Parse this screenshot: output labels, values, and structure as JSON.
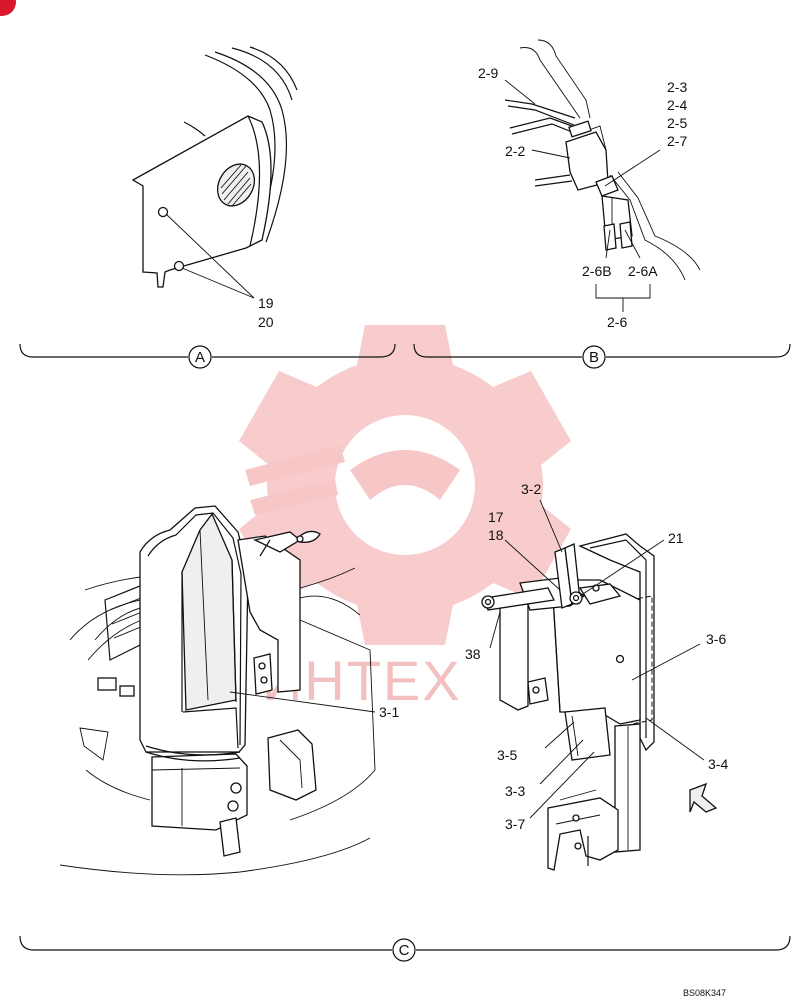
{
  "panels": {
    "a": {
      "letter": "A",
      "labels": [
        "19",
        "20"
      ]
    },
    "b": {
      "letter": "B",
      "labels": [
        "2-9",
        "2-3",
        "2-4",
        "2-5",
        "2-7",
        "2-2",
        "2-6B",
        "2-6A",
        "2-6"
      ]
    },
    "c": {
      "letter": "C",
      "labels": [
        "3-2",
        "17",
        "18",
        "21",
        "38",
        "3-6",
        "3-1",
        "3-5",
        "3-4",
        "3-3",
        "3-7"
      ]
    }
  },
  "watermark": {
    "text": "ИНТЕХ",
    "color": "#f2c0c0"
  },
  "drawing_code": "BS08K347",
  "corner_marker_color": "#d9182d"
}
